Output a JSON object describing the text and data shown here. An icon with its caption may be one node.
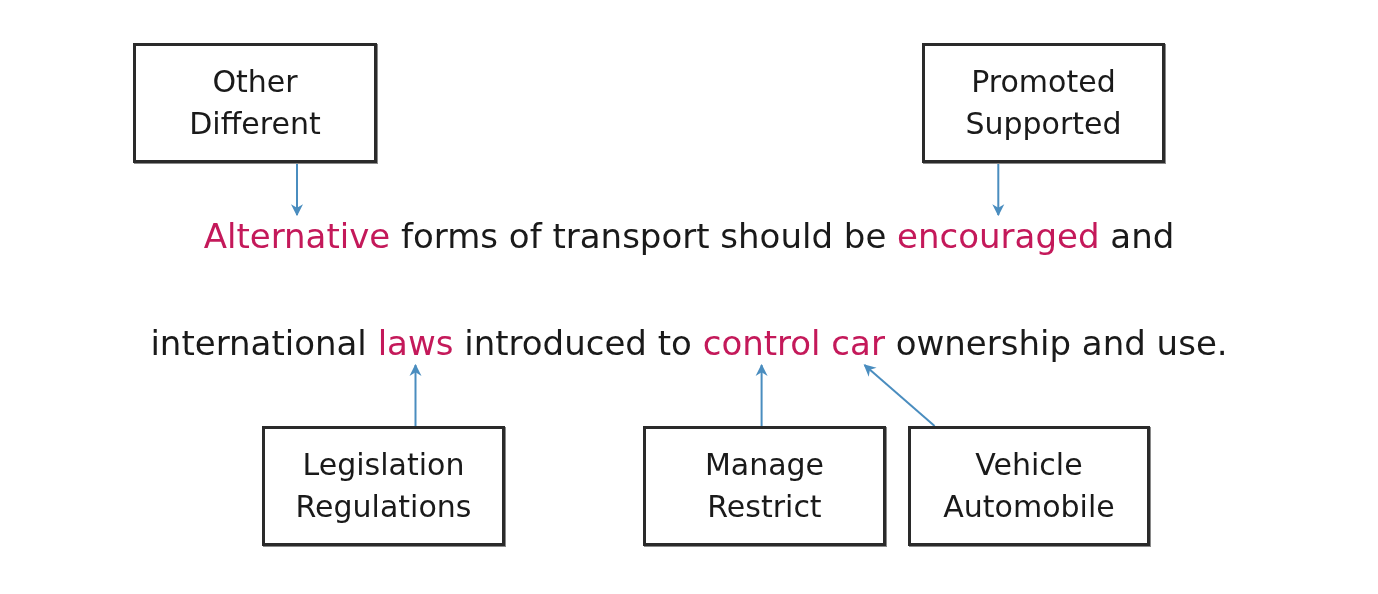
{
  "diagram": {
    "nodes": [
      {
        "text": [
          "Other Different"
        ]
      },
      {
        "text": [
          "Promoted Supported"
        ]
      },
      {
        "text": [
          "Alternative"
        ]
      },
      {
        "text": [
          "encouraged"
        ]
      },
      {
        "text": [
          "laws"
        ]
      },
      {
        "text": [
          "control"
        ]
      },
      {
        "text": [
          "car"
        ]
      },
      {
        "text": [
          "Legislation Regulations"
        ]
      },
      {
        "text": [
          "Manage Restrict"
        ]
      },
      {
        "text": [
          "Vehicle Automobile"
        ]
      }
    ],
    "edges": [
      {
        "from": 0,
        "to": 2,
        "arrow": "to"
      },
      {
        "from": 1,
        "to": 3,
        "arrow": "to"
      },
      {
        "from": 7,
        "to": 4,
        "arrow": "to"
      },
      {
        "from": 8,
        "to": 5,
        "arrow": "to"
      },
      {
        "from": 9,
        "to": 6,
        "arrow": "to"
      }
    ],
    "labels": [
      "forms of transport should be",
      "and",
      "international",
      "introduced to",
      "ownership and use."
    ]
  }
}
